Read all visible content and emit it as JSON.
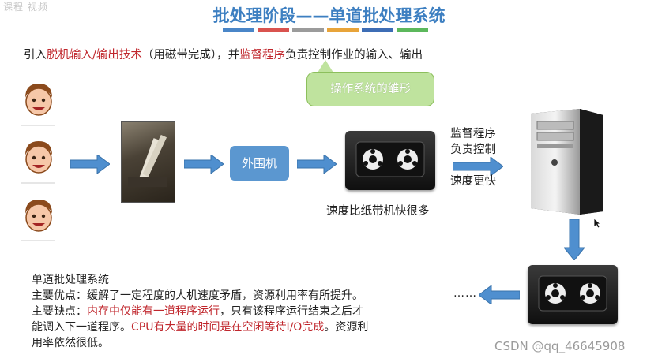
{
  "corner_mark": "课程 视频",
  "title": "批处理阶段——单道批处理系统",
  "title_bar_colors": [
    "#4a86c8",
    "#d9534f",
    "#9b9b9b",
    "#e8a43a",
    "#3d6db5",
    "#5cb85c"
  ],
  "intro": {
    "part1": "引入",
    "highlight1": "脱机输入/输出技术",
    "part2": "（用磁带完成），并",
    "highlight2": "监督程序",
    "part3": "负责控制作业的输入、输出"
  },
  "callout": "操作系统的雏形",
  "peripheral_label": "外围机",
  "tape_caption": "速度比纸带机快很多",
  "monitor_text": {
    "line1": "监督程序",
    "line2": "负责控制",
    "line3": "速度更快"
  },
  "ellipsis": "……",
  "summary": {
    "title": "单道批处理系统",
    "pros_label": "主要优点：",
    "pros_text": "缓解了一定程度的人机速度矛盾，资源利用率有所提升。",
    "cons_label": "主要缺点：",
    "cons_highlight1": "内存中仅能有一道程序运行",
    "cons_text1": "，只有该程序运行结束之后才",
    "cons_text2": "能调入下一道程序。",
    "cons_highlight2": "CPU有大量的时间是在空闲等待I/O完成",
    "cons_text3": "。资源利",
    "cons_text4": "用率依然很低。"
  },
  "watermark": "CSDN @qq_46645908",
  "colors": {
    "title_blue": "#3d7fc1",
    "highlight_red": "#c0272d",
    "arrow_blue": "#4f8fcf",
    "callout_green": "#bfe39e",
    "peripheral_blue": "#5b97d0"
  },
  "icons": [
    "person-face-icon",
    "arrow-right-icon",
    "arrow-left-icon",
    "arrow-down-icon",
    "tape-reel-icon",
    "server-tower-icon",
    "mouse-cursor-icon"
  ]
}
